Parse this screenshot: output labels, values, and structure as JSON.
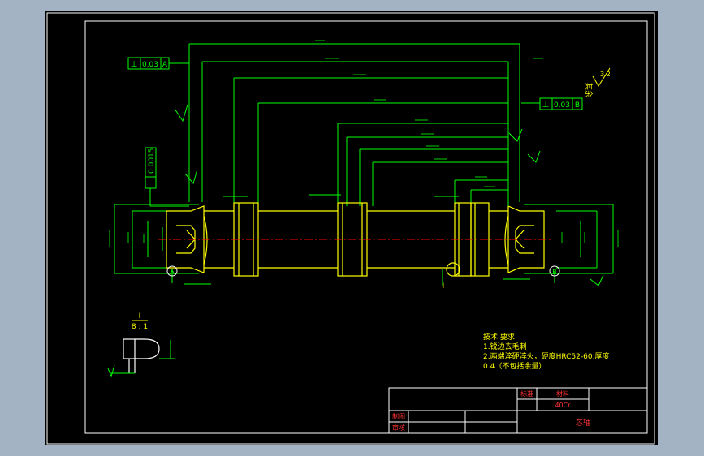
{
  "colors": {
    "background": "#000000",
    "window": "#a3b3c4",
    "frame": "#ffffff",
    "dimension": "#00ff00",
    "outline": "#ffff00",
    "centerline": "#ff0000",
    "title_text": "#ff3333"
  },
  "tolerance_frames": {
    "left": {
      "symbol": "⊥",
      "value": "0.03",
      "datum": "A"
    },
    "right": {
      "symbol": "⊥",
      "value": "0.03",
      "datum": "B"
    },
    "vertical": {
      "value": "0.0015"
    }
  },
  "section_label": {
    "top": "I",
    "scale": "8 : 1"
  },
  "datum_letters": {
    "left": "A",
    "right": "B",
    "section": "I"
  },
  "surface_finish": {
    "label": "其余",
    "value": "3.2"
  },
  "tech_notes": {
    "title": "技术 要求",
    "line1": "1.锐边去毛刺",
    "line2": "2.两端淬硬淬火，硬度HRC52-60,厚度",
    "line3": "0.4（不包括余量）"
  },
  "title_block": {
    "material_label": "材料",
    "material_value": "40Cr",
    "drawing_name": "芯轴",
    "drawn_by_label": "制图",
    "check_label": "审核",
    "mark_label": "标准"
  }
}
